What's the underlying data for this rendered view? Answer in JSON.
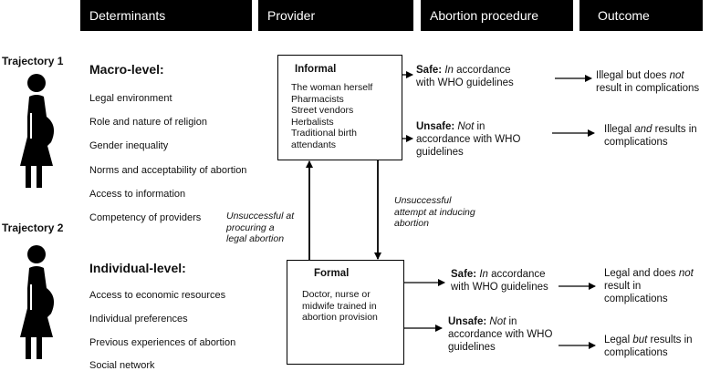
{
  "headers": {
    "determinants": "Determinants",
    "provider": "Provider",
    "procedure": "Abortion procedure",
    "outcome": "Outcome"
  },
  "trajectories": {
    "t1": "Trajectory 1",
    "t2": "Trajectory 2"
  },
  "macro": {
    "title": "Macro-level:",
    "items": [
      "Legal environment",
      "Role and nature of religion",
      "Gender inequality",
      "Norms and acceptability of abortion",
      "Access to information",
      "Competency of providers"
    ]
  },
  "individual": {
    "title": "Individual-level:",
    "items": [
      "Access to economic resources",
      "Individual preferences",
      "Previous experiences of abortion",
      "Social network"
    ]
  },
  "informal": {
    "title": "Informal",
    "items": [
      "The woman herself",
      "Pharmacists",
      "Street vendors",
      "Herbalists",
      "Traditional birth attendants"
    ]
  },
  "formal": {
    "title": "Formal",
    "text": "Doctor, nurse or midwife trained in abortion provision"
  },
  "notes": {
    "up_1": "Unsuccessful at",
    "up_2": "procuring a",
    "up_3": "legal abortion",
    "down_1": "Unsuccessful",
    "down_2": "attempt at inducing",
    "down_3": "abortion"
  },
  "procedure_informal": {
    "safe_label": "Safe:",
    "safe_1": "In",
    "safe_2": " accordance",
    "safe_3": "with WHO guidelines",
    "unsafe_label": "Unsafe:",
    "unsafe_1": "Not",
    "unsafe_2": " in",
    "unsafe_3": "accordance with WHO",
    "unsafe_4": "guidelines"
  },
  "procedure_formal": {
    "safe_label": "Safe:",
    "safe_1": "In",
    "safe_2": " accordance",
    "safe_3": "with WHO guidelines",
    "unsafe_label": "Unsafe:",
    "unsafe_1": "Not",
    "unsafe_2": " in",
    "unsafe_3": "accordance with WHO",
    "unsafe_4": "guidelines"
  },
  "outcomes": {
    "o1_a": "Illegal but does ",
    "o1_b": "not",
    "o1_c": "result in complications",
    "o2_a": "Illegal ",
    "o2_b": "and",
    "o2_c": " results in",
    "o2_d": "complications",
    "o3_a": "Legal and does ",
    "o3_b": "not",
    "o3_c": "result in",
    "o3_d": "complications",
    "o4_a": "Legal ",
    "o4_b": "but",
    "o4_c": " results in",
    "o4_d": "complications"
  }
}
